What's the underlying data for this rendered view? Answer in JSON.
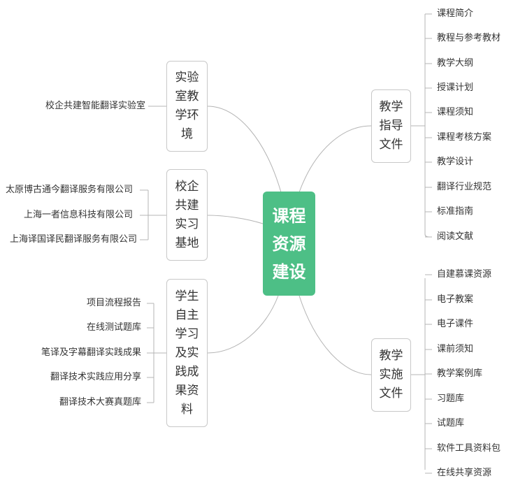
{
  "center": {
    "label": "课程\n资源\n建设"
  },
  "branches": {
    "lab": {
      "label": "实验\n室教\n学环\n境",
      "items": [
        "校企共建智能翻译实验室"
      ]
    },
    "base": {
      "label": "校企\n共建\n实习\n基地",
      "items": [
        "太原博古通今翻译服务有限公司",
        "上海一者信息科技有限公司",
        "上海译国译民翻译服务有限公司"
      ]
    },
    "student": {
      "label": "学生\n自主\n学习\n及实\n践成\n果资\n料",
      "items": [
        "项目流程报告",
        "在线测试题库",
        "笔译及字幕翻译实践成果",
        "翻译技术实践应用分享",
        "翻译技术大赛真题库"
      ]
    },
    "guide": {
      "label": "教学\n指导\n文件",
      "items": [
        "课程简介",
        "教程与参考教材",
        "教学大纲",
        "授课计划",
        "课程须知",
        "课程考核方案",
        "教学设计",
        "翻译行业规范",
        "标准指南",
        "阅读文献"
      ]
    },
    "impl": {
      "label": "教学\n实施\n文件",
      "items": [
        "自建慕课资源",
        "电子教案",
        "电子课件",
        "课前须知",
        "教学案例库",
        "习题库",
        "试题库",
        "软件工具资料包",
        "在线共享资源"
      ]
    }
  }
}
